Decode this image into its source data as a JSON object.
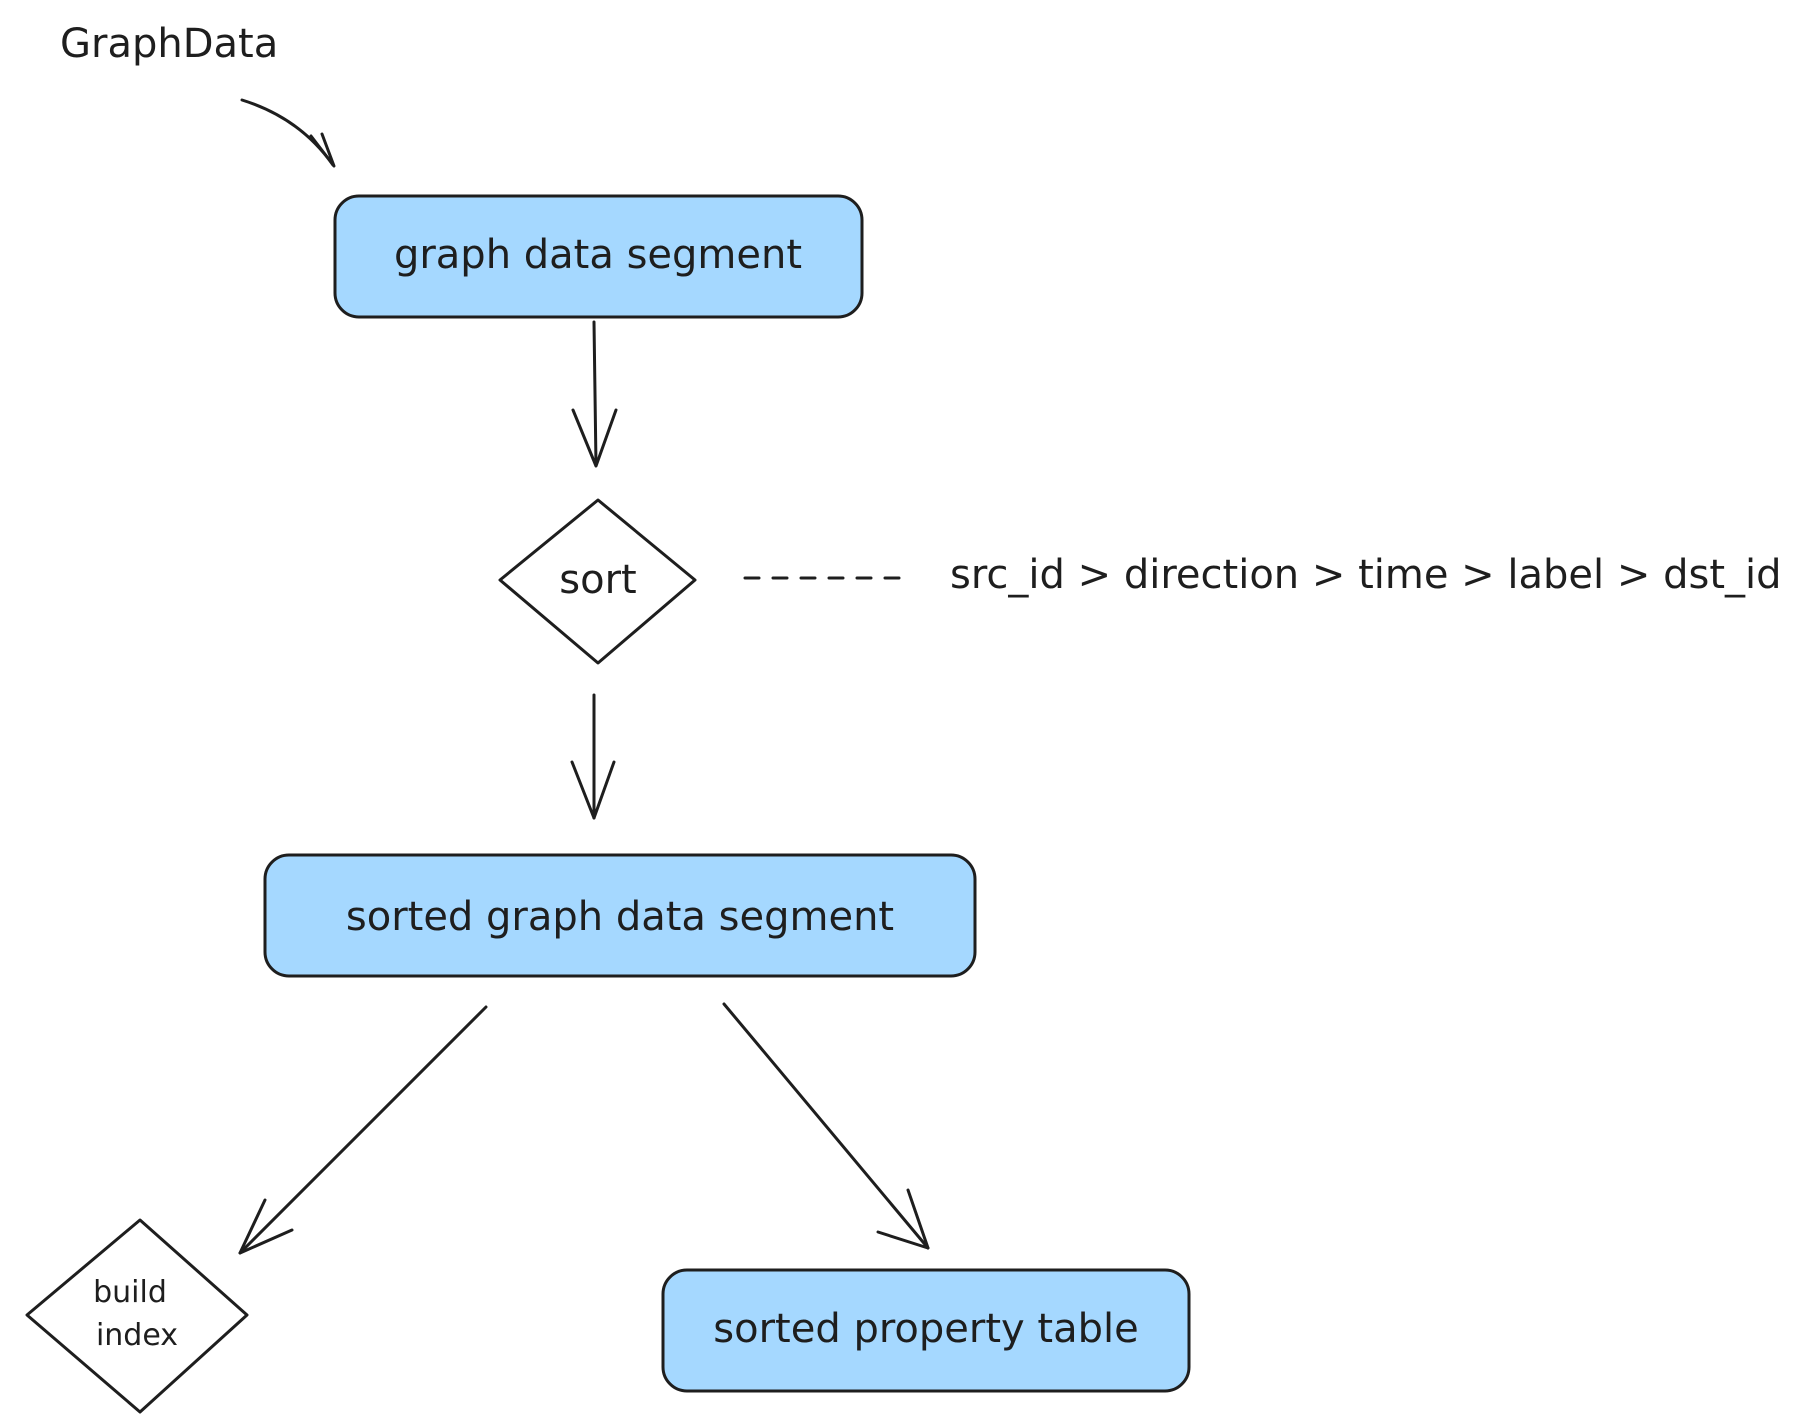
{
  "diagram": {
    "input_label": "GraphData",
    "nodes": {
      "graph_data_segment": "graph data segment",
      "sort": "sort",
      "sorted_graph_data_segment": "sorted graph data segment",
      "build_index_line1": "build",
      "build_index_line2": "index",
      "sorted_property_table": "sorted property table"
    },
    "sort_note": "src_id > direction > time > label > dst_id",
    "colors": {
      "box_fill": "#a5d8ff",
      "stroke": "#1e1e1e",
      "background": "#ffffff"
    }
  }
}
